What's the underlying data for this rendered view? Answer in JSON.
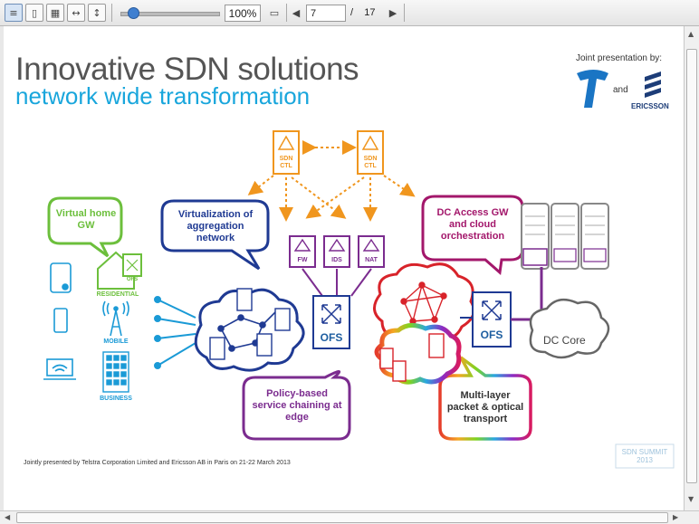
{
  "toolbar": {
    "zoom": "100%",
    "page_current": "7",
    "page_separator": "/",
    "page_total": "17"
  },
  "slide": {
    "title": "Innovative SDN solutions",
    "subtitle": "network wide transformation",
    "joint_label": "Joint presentation by:",
    "and_label": "and",
    "ericsson_label": "ERICSSON",
    "telstra_label": "T",
    "footer": "Jointly presented by Telstra Corporation Limited and Ericsson AB in Paris on 21-22 March 2013",
    "summit_logo": "SDN SUMMIT 2013",
    "sdn_ctl_1": "SDN CTL",
    "sdn_ctl_2": "SDN CTL",
    "fw": "FW",
    "ids": "IDS",
    "nat": "NAT",
    "ofs_center": "OFS",
    "ofs_right": "OFS",
    "ofs_small": "OFS",
    "dc_core": "DC Core",
    "residential": "RESIDENTIAL",
    "mobile": "MOBILE",
    "business": "BUSINESS",
    "bubble_virtual_home": "Virtual home GW",
    "bubble_aggregation": "Virtualization of aggregation network",
    "bubble_policy": "Policy-based service chaining at edge",
    "bubble_dc_access": "DC Access GW and cloud orchestration",
    "bubble_multilayer": "Multi-layer packet & optical transport"
  },
  "colors": {
    "accent_blue": "#19a6dc",
    "orange": "#f0961e",
    "green": "#6cbf3c",
    "navy": "#1f3a93",
    "purple": "#7b2c8f",
    "magenta": "#a3176b"
  }
}
